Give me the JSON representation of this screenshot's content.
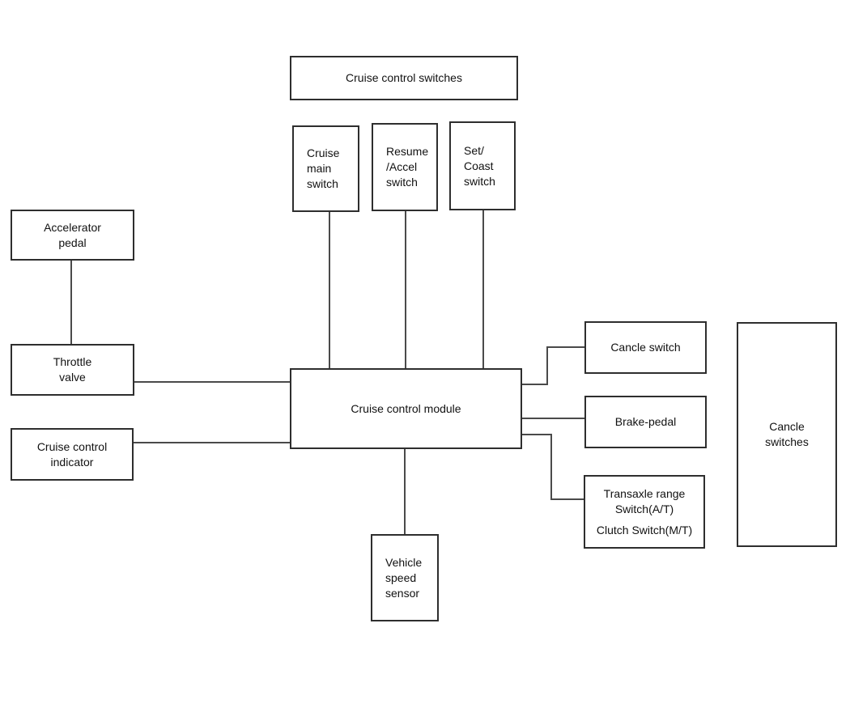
{
  "nodes": {
    "cruise_control_switches": {
      "label": "Cruise control switches"
    },
    "cruise_main_switch": {
      "label": "Cruise\nmain\nswitch"
    },
    "resume_accel_switch": {
      "label": "Resume\n/Accel\nswitch"
    },
    "set_coast_switch": {
      "label": "Set/\nCoast\nswitch"
    },
    "accelerator_pedal": {
      "label": "Accelerator\npedal"
    },
    "throttle_valve": {
      "label": "Throttle\nvalve"
    },
    "cruise_control_indicator": {
      "label": "Cruise control\nindicator"
    },
    "cruise_control_module": {
      "label": "Cruise control module"
    },
    "cancle_switch": {
      "label": "Cancle switch"
    },
    "brake_pedal": {
      "label": "Brake-pedal"
    },
    "transaxle_clutch_switch": {
      "label_top": "Transaxle range\nSwitch(A/T)",
      "label_bottom": "Clutch Switch(M/T)"
    },
    "cancle_switches": {
      "label": "Cancle\nswitches"
    },
    "vehicle_speed_sensor": {
      "label": "Vehicle\nspeed\nsensor"
    }
  },
  "connections": [
    {
      "from": "cruise_main_switch",
      "to": "cruise_control_module"
    },
    {
      "from": "resume_accel_switch",
      "to": "cruise_control_module"
    },
    {
      "from": "set_coast_switch",
      "to": "cruise_control_module"
    },
    {
      "from": "accelerator_pedal",
      "to": "throttle_valve"
    },
    {
      "from": "throttle_valve",
      "to": "cruise_control_module"
    },
    {
      "from": "cruise_control_indicator",
      "to": "cruise_control_module"
    },
    {
      "from": "cruise_control_module",
      "to": "vehicle_speed_sensor"
    },
    {
      "from": "cruise_control_module",
      "to": "cancle_switch"
    },
    {
      "from": "cruise_control_module",
      "to": "brake_pedal"
    },
    {
      "from": "cruise_control_module",
      "to": "transaxle_clutch_switch"
    }
  ],
  "colors": {
    "background": "#ffffff",
    "box_border": "#2e2e2e",
    "edge_line": "#4a4a4a",
    "text": "#111111"
  }
}
